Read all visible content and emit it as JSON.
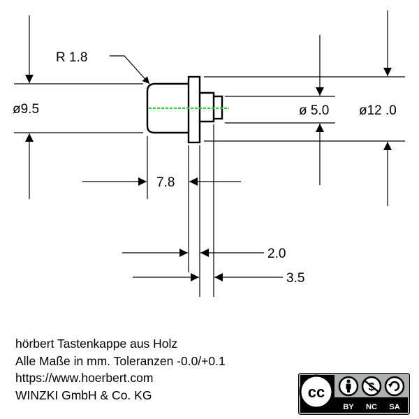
{
  "drawing": {
    "radius_label": "R 1.8",
    "dia_left_label": "ø9.5",
    "dia_right_small_label": "ø 5.0",
    "dia_right_large_label": "ø12 .0",
    "len_total_label": "7.8",
    "len_collar_label": "2.0",
    "len_shaft_label": "3.5",
    "centerline_color": "#22cc22"
  },
  "notes": {
    "line1": "hörbert Tastenkappe aus Holz",
    "line2": "Alle Maße in mm. Toleranzen -0.0/+0.1",
    "line3": "https://www.hoerbert.com",
    "line4": "WINZKI GmbH & Co. KG"
  },
  "license": {
    "cc": "cc",
    "by": "BY",
    "nc": "NC",
    "sa": "SA"
  }
}
